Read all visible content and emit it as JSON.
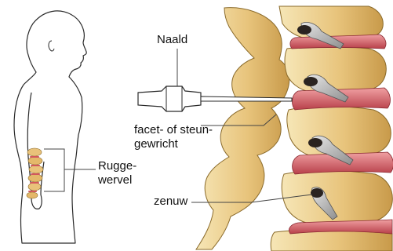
{
  "labels": {
    "needle": "Naald",
    "facet_line1": "facet- of steun-",
    "facet_line2": "gewricht",
    "spine_line1": "Rugge-",
    "spine_line2": "wervel",
    "nerve": "zenuw"
  },
  "colors": {
    "outline": "#2a2a2a",
    "bone_light": "#f3dfa6",
    "bone_mid": "#e0b86a",
    "bone_dark": "#b98a3c",
    "disc": "#c8505a",
    "disc_light": "#e98a8e",
    "nerve": "#b8b8b8",
    "leader": "#444444"
  }
}
